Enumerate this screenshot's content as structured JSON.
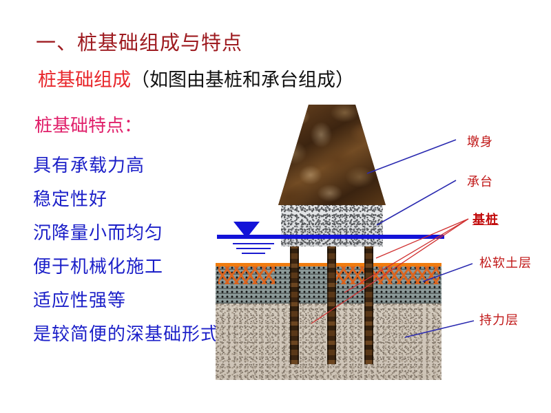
{
  "slide": {
    "title": "一、桩基础组成与特点",
    "subtitle_red": "桩基础组成",
    "subtitle_black": "（如图由基桩和承台组成）",
    "features_heading": "桩基础特点：",
    "features": [
      "具有承载力高",
      "稳定性好",
      "沉降量小而均匀",
      "便于机械化施工",
      "适应性强等",
      "是较简便的深基础形式"
    ]
  },
  "diagram": {
    "callouts": [
      {
        "id": "pier",
        "label": "墩身"
      },
      {
        "id": "cap",
        "label": "承台"
      },
      {
        "id": "pile",
        "label": "基桩"
      },
      {
        "id": "soft-soil",
        "label": "松软土层"
      },
      {
        "id": "bearing",
        "label": "持力层"
      }
    ],
    "water_table_symbol": "water-table-icon",
    "layers": [
      {
        "name": "墩身",
        "material": "pier-stone-texture"
      },
      {
        "name": "承台",
        "material": "concrete-granite-texture"
      },
      {
        "name": "基桩",
        "material": "pile-shaft-texture",
        "count": 3
      },
      {
        "name": "松软土层",
        "material": "soft-soil-wave-hatch"
      },
      {
        "name": "持力层",
        "material": "bearing-layer-sand-speckle"
      }
    ]
  },
  "colors": {
    "title_red": "#9e1b20",
    "subtitle_red": "#e8262b",
    "subtitle_black": "#111111",
    "features_heading": "#e01f6a",
    "features_body": "#1b1fc8",
    "callout_red": "#c01616",
    "leader_blue": "#2a2ab0",
    "leader_red": "#d03030",
    "water_blue": "#1313d8",
    "ground_orange": "#f07c10",
    "soft_soil": "#8c9a99",
    "bearing_layer": "#c7bdb0",
    "pier_brown": "#4a3016",
    "cap_gray": "#c9cbcd"
  }
}
